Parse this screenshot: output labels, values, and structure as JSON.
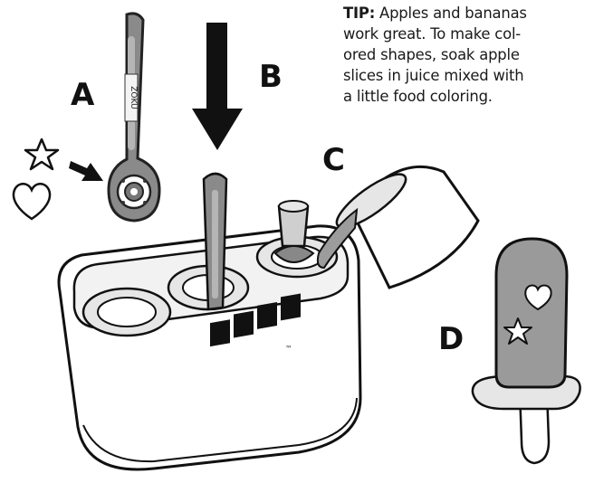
{
  "tip": {
    "label": "TIP:",
    "lines": [
      " Apples and bananas",
      "work great. To make col-",
      "ored shapes, soak apple",
      "slices in juice mixed with",
      "a little food coloring."
    ]
  },
  "steps": {
    "a": "A",
    "b": "B",
    "c": "C",
    "d": "D"
  },
  "brand": {
    "letters": [
      "Z",
      "O",
      "K",
      "U"
    ],
    "stick_text": "ZOKU",
    "trademark": "™"
  }
}
